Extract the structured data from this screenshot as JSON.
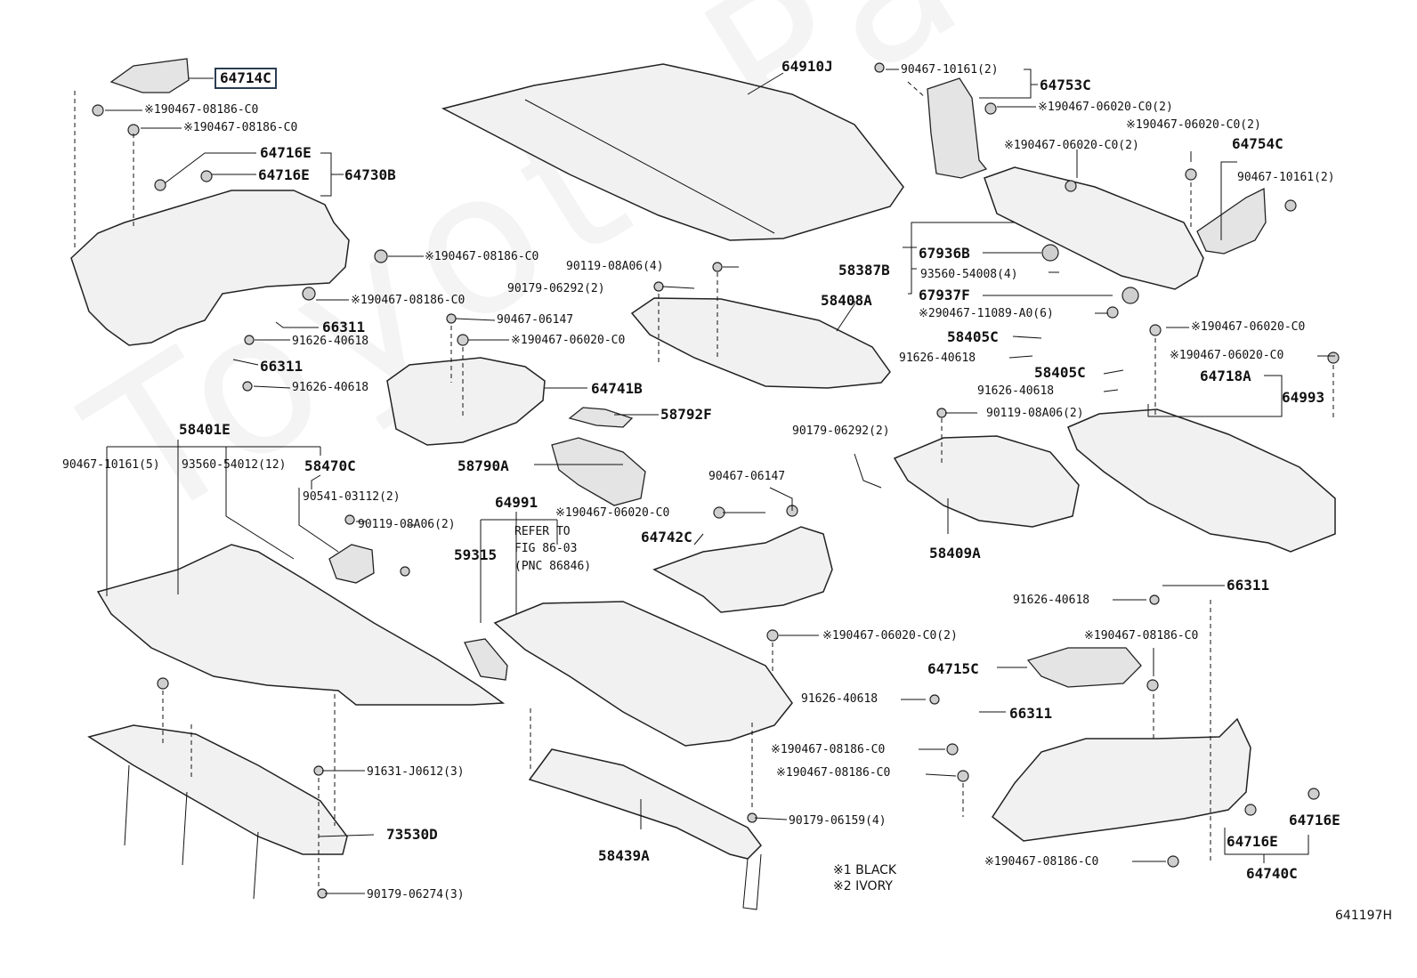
{
  "watermark": "ToyotaPartsMall",
  "figure_id": "641197H",
  "legend": [
    "※1 BLACK",
    "※2 IVORY"
  ],
  "labels": {
    "p64714C": "64714C",
    "c1_08186_a": "※190467-08186-C0",
    "c1_08186_b": "※190467-08186-C0",
    "p64716E_a": "64716E",
    "p64716E_b": "64716E",
    "p64730B": "64730B",
    "c1_08186_c": "※190467-08186-C0",
    "c1_08186_d": "※190467-08186-C0",
    "p66311_a": "66311",
    "b91626_a": "91626-40618",
    "p66311_b": "66311",
    "b91626_b": "91626-40618",
    "p64910J": "64910J",
    "c90119_a": "90119-08A06(4)",
    "c90179_a": "90179-06292(2)",
    "c90467_06147_a": "90467-06147",
    "c1_06020_a": "※190467-06020-C0",
    "p64741B": "64741B",
    "p58792F": "58792F",
    "p58401E": "58401E",
    "c90467_10161_5": "90467-10161(5)",
    "c93560_54012": "93560-54012(12)",
    "p58470C": "58470C",
    "c90541": "90541-03112(2)",
    "c90119_b": "90119-08A06(2)",
    "p58790A": "58790A",
    "p64991": "64991",
    "c1_06020_b": "※190467-06020-C0",
    "refer1": "REFER TO",
    "refer2": "FIG 86-03",
    "refer3": "(PNC 86846)",
    "p59315": "59315",
    "c90467_06147_b": "90467-06147",
    "p64742C": "64742C",
    "c1_06020_c": "※190467-06020-C0(2)",
    "c91631": "91631-J0612(3)",
    "p73530D": "73530D",
    "c90179_06274": "90179-06274(3)",
    "p58439A": "58439A",
    "c90179_06159": "90179-06159(4)",
    "c90467_10161_2a": "90467-10161(2)",
    "p64753C": "64753C",
    "c1_06020_d": "※190467-06020-C0(2)",
    "c1_06020_e": "※190467-06020-C0(2)",
    "c1_06020_f": "※190467-06020-C0(2)",
    "p64754C": "64754C",
    "c90467_10161_2b": "90467-10161(2)",
    "p67936B": "67936B",
    "p58387B": "58387B",
    "c93560_54008": "93560-54008(4)",
    "p67937F": "67937F",
    "c2_11089": "※290467-11089-A0(6)",
    "p58408A": "58408A",
    "p58405C_a": "58405C",
    "b91626_c": "91626-40618",
    "p58405C_b": "58405C",
    "b91626_d": "91626-40618",
    "c1_06020_g": "※190467-06020-C0",
    "c1_06020_h": "※190467-06020-C0",
    "p64718A": "64718A",
    "p64993": "64993",
    "c90119_c": "90119-08A06(2)",
    "c90179_b": "90179-06292(2)",
    "p58409A": "58409A",
    "b91626_e": "91626-40618",
    "p66311_c": "66311",
    "c1_08186_e": "※190467-08186-C0",
    "p64715C": "64715C",
    "b91626_f": "91626-40618",
    "p66311_d": "66311",
    "c1_08186_f": "※190467-08186-C0",
    "c1_08186_g": "※190467-08186-C0",
    "p64716E_c": "64716E",
    "p64716E_d": "64716E",
    "p64740C": "64740C",
    "c1_08186_h": "※190467-08186-C0"
  }
}
